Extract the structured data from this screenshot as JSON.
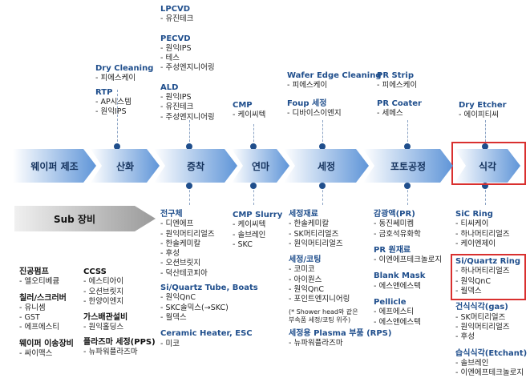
{
  "process": [
    {
      "label": "웨이퍼 제조"
    },
    {
      "label": "산화"
    },
    {
      "label": "증착"
    },
    {
      "label": "연마"
    },
    {
      "label": "세정"
    },
    {
      "label": "포토공정"
    },
    {
      "label": "식각"
    }
  ],
  "top": {
    "dry_cleaning": {
      "title": "Dry Cleaning",
      "items": [
        "피에스케이"
      ]
    },
    "rtp": {
      "title": "RTP",
      "items": [
        "AP시스템",
        "원익IPS"
      ]
    },
    "lpcvd": {
      "title": "LPCVD",
      "items": [
        "유진테크"
      ]
    },
    "pecvd": {
      "title": "PECVD",
      "items": [
        "원익IPS",
        "테스",
        "주성엔지니어링"
      ]
    },
    "ald": {
      "title": "ALD",
      "items": [
        "원익IPS",
        "유진테크",
        "주성엔지니어링"
      ]
    },
    "cmp": {
      "title": "CMP",
      "items": [
        "케이씨텍"
      ]
    },
    "wafer_edge": {
      "title": "Wafer Edge Cleaning",
      "items": [
        "피에스케이"
      ]
    },
    "foup": {
      "title": "Foup 세정",
      "items": [
        "디바이스이엔지"
      ]
    },
    "pr_strip": {
      "title": "PR Strip",
      "items": [
        "피에스케이"
      ]
    },
    "pr_coater": {
      "title": "PR Coater",
      "items": [
        "세메스"
      ]
    },
    "dry_etcher": {
      "title": "Dry Etcher",
      "items": [
        "에이피티씨"
      ]
    }
  },
  "bottom": {
    "precursor": {
      "title": "전구체",
      "items": [
        "디엔에프",
        "원익머티리얼즈",
        "한솔케미칼",
        "후성",
        "오션브릿지",
        "덕산테코피아"
      ]
    },
    "si_quartz_tube": {
      "title": "Si/Quartz Tube, Boats",
      "items": [
        "원익QnC",
        "SKC솔믹스(→SKC)",
        "월덱스"
      ]
    },
    "ceramic_heater": {
      "title": "Ceramic Heater, ESC",
      "items": [
        "미코"
      ]
    },
    "cmp_slurry": {
      "title": "CMP Slurry",
      "items": [
        "케이씨텍",
        "솔브레인",
        "SKC"
      ]
    },
    "cleaning_material": {
      "title": "세정재료",
      "items": [
        "한솔케미칼",
        "SK머티리얼즈",
        "원익머티리얼즈"
      ]
    },
    "cleaning_coating": {
      "title": "세정/코팅",
      "items": [
        "코미코",
        "아이원스",
        "원익QnC",
        "포인트엔지니어링"
      ]
    },
    "cleaning_note": {
      "line1": "(* Shower head와 같은",
      "line2": "부속품 세정/코팅 위주)"
    },
    "plasma": {
      "title": "세정용 Plasma 부품 (RPS)",
      "items": [
        "뉴파워플라즈마"
      ]
    },
    "photoresist": {
      "title": "감광액(PR)",
      "items": [
        "동진쎄미켐",
        "금호석유화학"
      ]
    },
    "pr_raw": {
      "title": "PR 원재료",
      "items": [
        "이엔에프테크놀로지"
      ]
    },
    "blank_mask": {
      "title": "Blank Mask",
      "items": [
        "에스앤에스텍"
      ]
    },
    "pellicle": {
      "title": "Pellicle",
      "items": [
        "에프에스티",
        "에스앤에스텍"
      ]
    },
    "sic_ring": {
      "title": "SiC Ring",
      "items": [
        "티씨케이",
        "하나머티리얼즈",
        "케이엔제이"
      ]
    },
    "si_quartz_ring": {
      "title": "Si/Quartz Ring",
      "items": [
        "하나머티리얼즈",
        "원익QnC",
        "월덱스"
      ]
    },
    "dry_etch_gas": {
      "title": "건식식각(gas)",
      "items": [
        "SK머티리얼즈",
        "원익머티리얼즈",
        "후성"
      ]
    },
    "wet_etch": {
      "title": "습식식각(Etchant)",
      "items": [
        "솔브레인",
        "이엔에프테크놀로지"
      ]
    }
  },
  "sub": {
    "banner": "Sub 장비",
    "vacuum_pump": {
      "title": "진공펌프",
      "items": [
        "엘오티베큠"
      ]
    },
    "chiller": {
      "title": "칠러/스크러버",
      "items": [
        "유니셈",
        "GST",
        "에프에스티"
      ]
    },
    "wafer_transfer": {
      "title": "웨이퍼 이송장비",
      "items": [
        "싸이맥스"
      ]
    },
    "ccss": {
      "title": "CCSS",
      "items": [
        "에스티아이",
        "오션브릿지",
        "한양이엔지"
      ]
    },
    "gas_supply": {
      "title": "가스배관설비",
      "items": [
        "원익홀딩스"
      ]
    },
    "plasma_clean": {
      "title": "플라즈마 세정(PPS)",
      "items": [
        "뉴파워플라즈마"
      ]
    }
  },
  "colors": {
    "accent": "#1f4e8c",
    "highlight": "#d9302f",
    "chevron_light": "#ffffff",
    "chevron_dark": "#5f95d8"
  }
}
